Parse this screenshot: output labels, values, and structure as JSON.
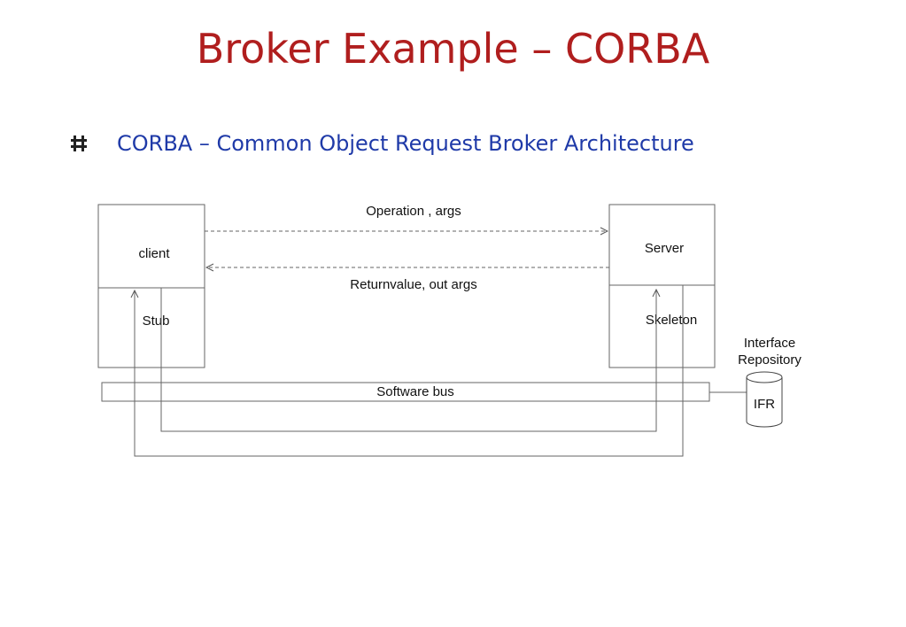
{
  "slide": {
    "title": "Broker Example – CORBA",
    "bullet": "CORBA – Common Object Request Broker Architecture"
  },
  "diagram": {
    "client_label": "client",
    "stub_label": "Stub",
    "server_label": "Server",
    "skeleton_label": "Skeleton",
    "operation_label": "Operation , args",
    "return_label": "Returnvalue, out args",
    "bus_label": "Software bus",
    "repository_label_line1": "Interface",
    "repository_label_line2": "Repository",
    "ifr_label": "IFR"
  },
  "colors": {
    "title": "#b01e1e",
    "bullet_text": "#1f3aa8",
    "lines": "#555555"
  }
}
